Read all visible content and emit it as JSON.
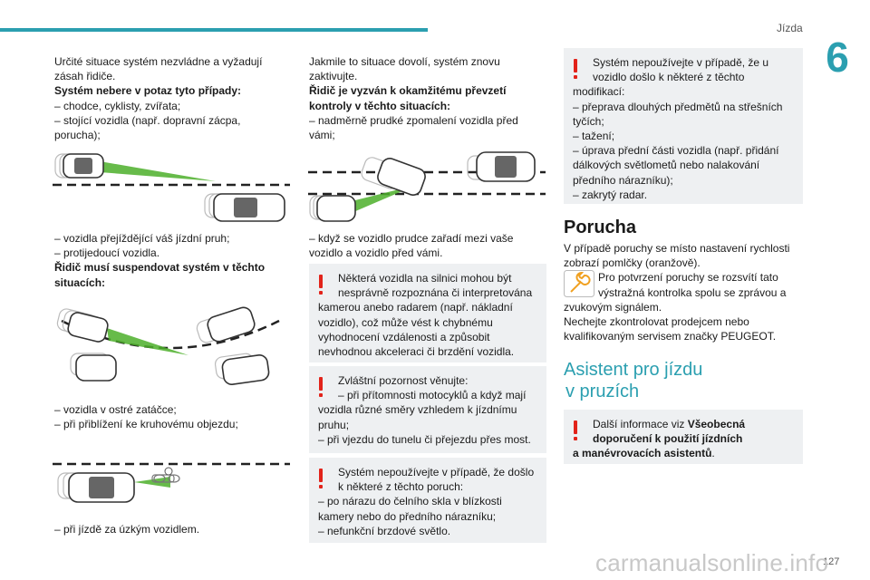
{
  "header": {
    "section": "Jízda",
    "chapter": "6",
    "page": "127"
  },
  "watermark": "carmanualsonline.info",
  "col1": {
    "intro1": "Určité situace systém nezvládne a vyžadují",
    "intro2": "zásah řidiče.",
    "h1": "Systém nebere v potaz tyto případy:",
    "l1": "– chodce, cyklisty, zvířata;",
    "l2": "– stojící vozidla (např. dopravní zácpa,",
    "l2b": "porucha);",
    "l3": "– vozidla přejíždějící váš jízdní pruh;",
    "l4": "– protijedoucí vozidla.",
    "h2a": "Řidič musí suspendovat systém v těchto",
    "h2b": "situacích:",
    "l5": "– vozidla v ostré zatáčce;",
    "l6": "– při přiblížení ke kruhovému objezdu;",
    "l7": "– při jízdě za úzkým vozidlem."
  },
  "col2": {
    "p1a": "Jakmile to situace dovolí, systém znovu",
    "p1b": "zaktivujte.",
    "h1a": "Řidič je vyzván k okamžitému převzetí",
    "h1b": "kontroly v těchto situacích:",
    "l1a": "– nadměrně prudké zpomalení vozidla před",
    "l1b": "vámi;",
    "l2a": "– když se vozidlo prudce zařadí mezi vaše",
    "l2b": "vozidlo a vozidlo před vámi.",
    "w1": [
      "Některá vozidla na silnici mohou být",
      "nesprávně rozpoznána či interpretována",
      "kamerou anebo radarem (např. nákladní",
      "vozidlo), což může vést k chybnému",
      "vyhodnocení vzdálenosti a způsobit",
      "nevhodnou akceleraci či brzdění vozidla."
    ],
    "w2": [
      "Zvláštní pozornost věnujte:",
      "– při přítomnosti motocyklů a když mají",
      "vozidla různé směry vzhledem k jízdnímu",
      "pruhu;",
      "– při vjezdu do tunelu či přejezdu přes most."
    ],
    "w3": [
      "Systém nepoužívejte v případě, že došlo",
      "k některé z těchto poruch:",
      "– po nárazu do čelního skla v blízkosti",
      "kamery nebo do předního nárazníku;",
      "– nefunkční brzdové světlo."
    ]
  },
  "col3": {
    "w4": [
      "Systém nepoužívejte v případě, že u",
      "vozidlo došlo k některé z těchto",
      "modifikací:",
      "– přeprava dlouhých předmětů na střešních",
      "tyčích;",
      "– tažení;",
      "– úprava přední části vozidla (např. přidání",
      "dálkových světlometů nebo nalakování",
      "předního nárazníku);",
      "– zakrytý radar."
    ],
    "fault_title": "Porucha",
    "f1": "V případě poruchy se místo nastavení rychlosti",
    "f2": "zobrazí pomlčky (oranžově).",
    "f3": "Pro potvrzení poruchy se rozsvítí tato",
    "f4": "výstražná kontrolka spolu se zprávou a",
    "f5": "zvukovým signálem.",
    "f6": "Nechejte zkontrolovat prodejcem nebo",
    "f7": "kvalifikovaným servisem značky PEUGEOT.",
    "assist_title1": "Asistent pro jízdu",
    "assist_title2": "v pruzích",
    "w5a": "Další informace viz ",
    "w5b": "Všeobecná",
    "w5c": "doporučení k použití jízdních",
    "w5d": "a manévrovacích asistentů",
    "w5e": "."
  },
  "colors": {
    "accent": "#2b9fb0",
    "warning": "#e2231a",
    "box": "#eef0f2",
    "radar": "#4caf2a"
  }
}
